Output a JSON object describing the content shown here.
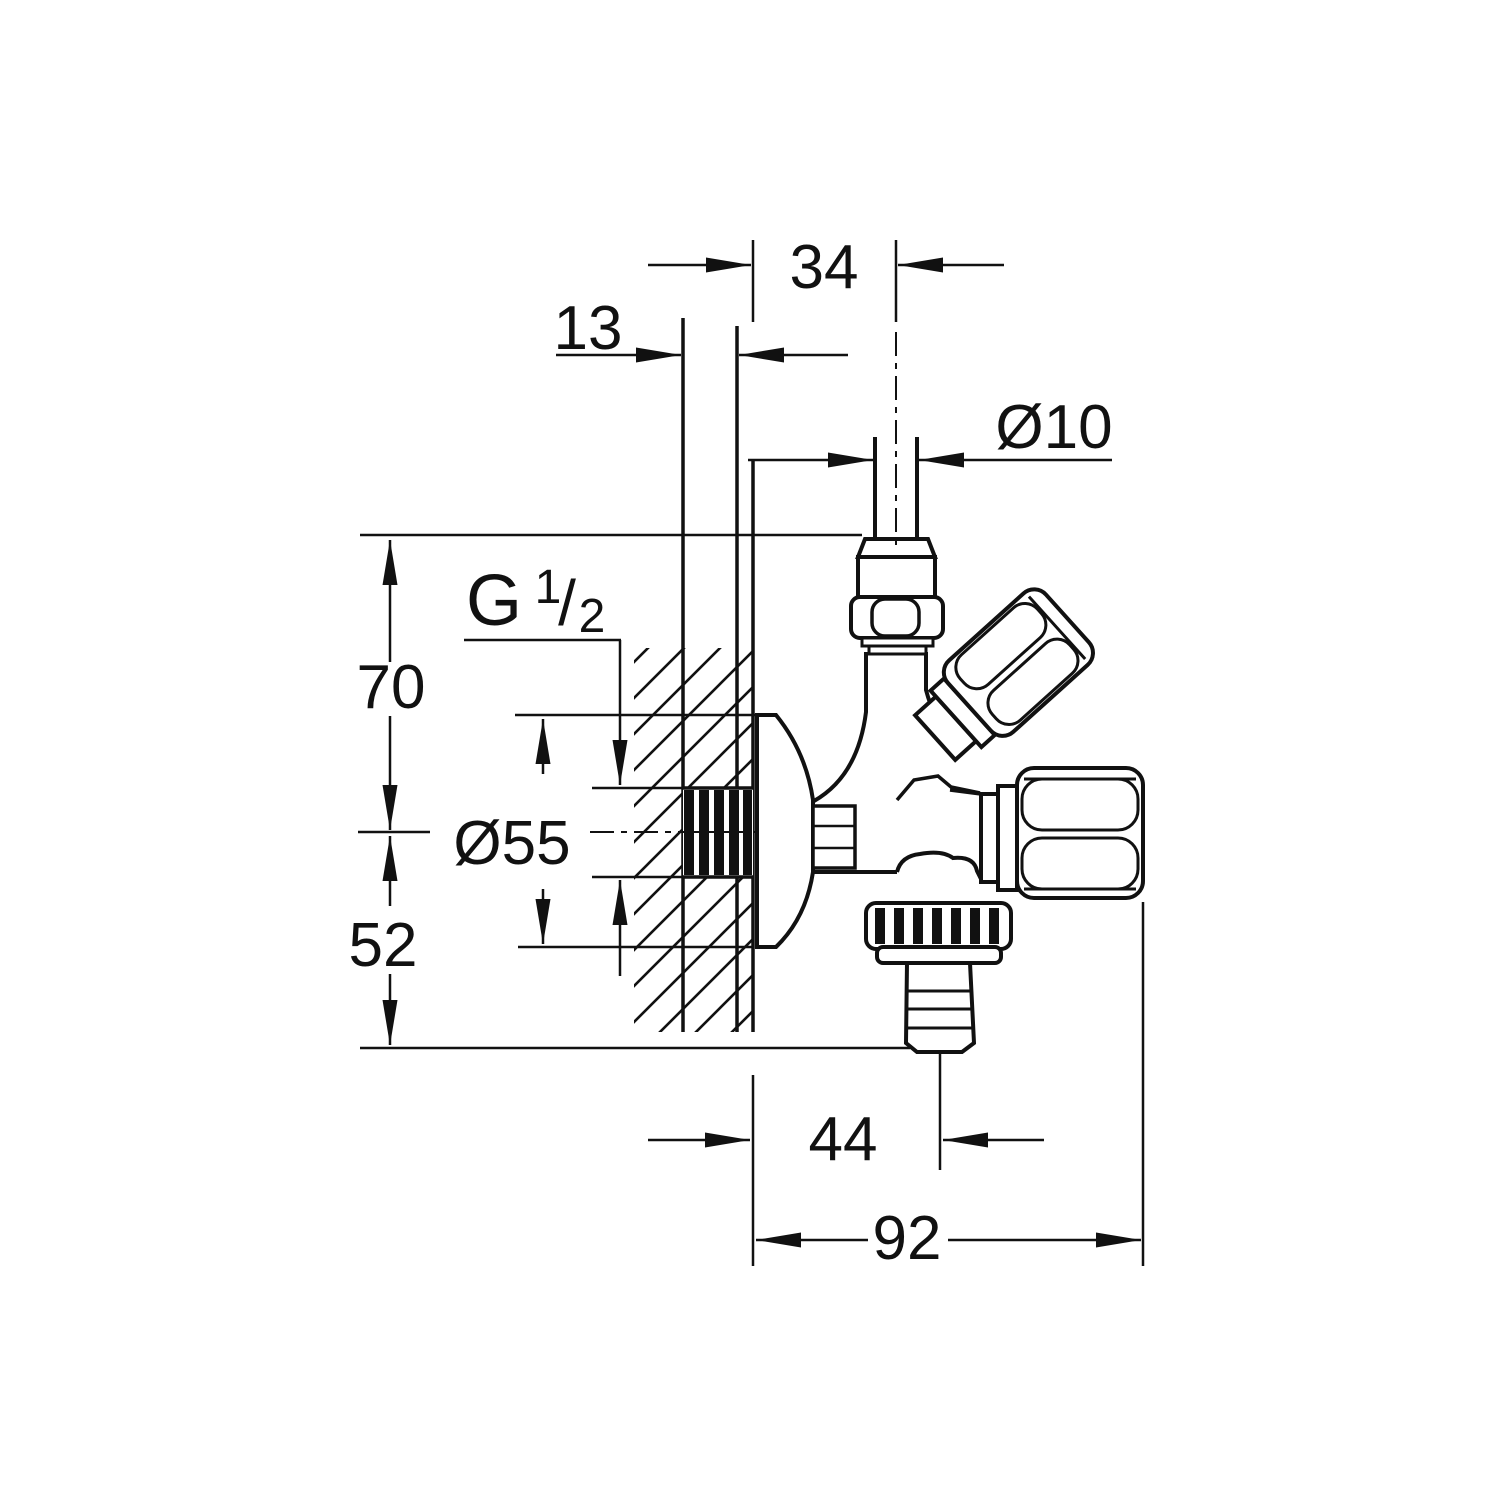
{
  "drawing": {
    "kind": "technical-dimension-drawing",
    "colors": {
      "line": "#111111",
      "background": "#ffffff"
    },
    "dims": {
      "d34": "34",
      "d13": "13",
      "d10": "Ø10",
      "d70": "70",
      "d55": "Ø55",
      "d52": "52",
      "d44": "44",
      "d92": "92",
      "g_label": "G",
      "g_sup": "1",
      "g_slash": "/",
      "g_sub": "2"
    }
  }
}
